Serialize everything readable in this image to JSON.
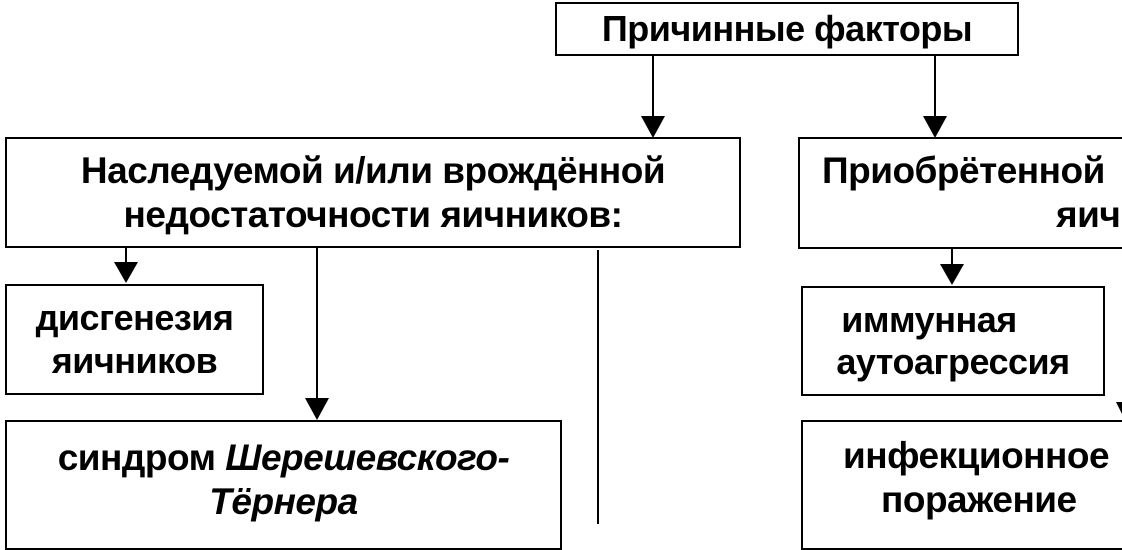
{
  "root": {
    "label": "Причинные факторы"
  },
  "inherited": {
    "line1": "Наследуемой и/или врождённой",
    "line2": "недостаточности яичников:"
  },
  "acquired": {
    "line1": "Приобрётенной",
    "line2": "яич"
  },
  "dysgenesis": {
    "line1": "дисгенезия",
    "line2": "яичников"
  },
  "turner": {
    "line1_plain": "синдром ",
    "line1_italic": "Шерешевского-",
    "line2_italic": "Тёрнера"
  },
  "immune": {
    "line1": "иммунная",
    "line2": "аутоагрессия"
  },
  "infection": {
    "line1": "инфекционное",
    "line2": "поражение"
  },
  "colors": {
    "line": "#000000",
    "box_border": "#000000",
    "background": "#ffffff"
  }
}
